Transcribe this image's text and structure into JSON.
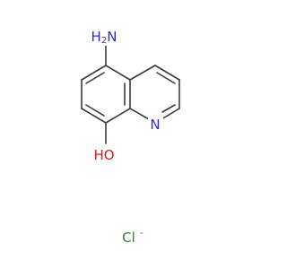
{
  "structure": {
    "labels": {
      "amine": "H2N",
      "amine_main": "H",
      "amine_sub": "2",
      "amine_n": "N",
      "ring_nitrogen": "N",
      "hydroxyl": "HO",
      "chloride": "Cl",
      "chloride_charge": "-"
    },
    "colors": {
      "bond": "#3b3b3b",
      "nitrogen": "#2b2bd6",
      "oxygen": "#e0161b",
      "chloride": "#2e7d32"
    }
  }
}
